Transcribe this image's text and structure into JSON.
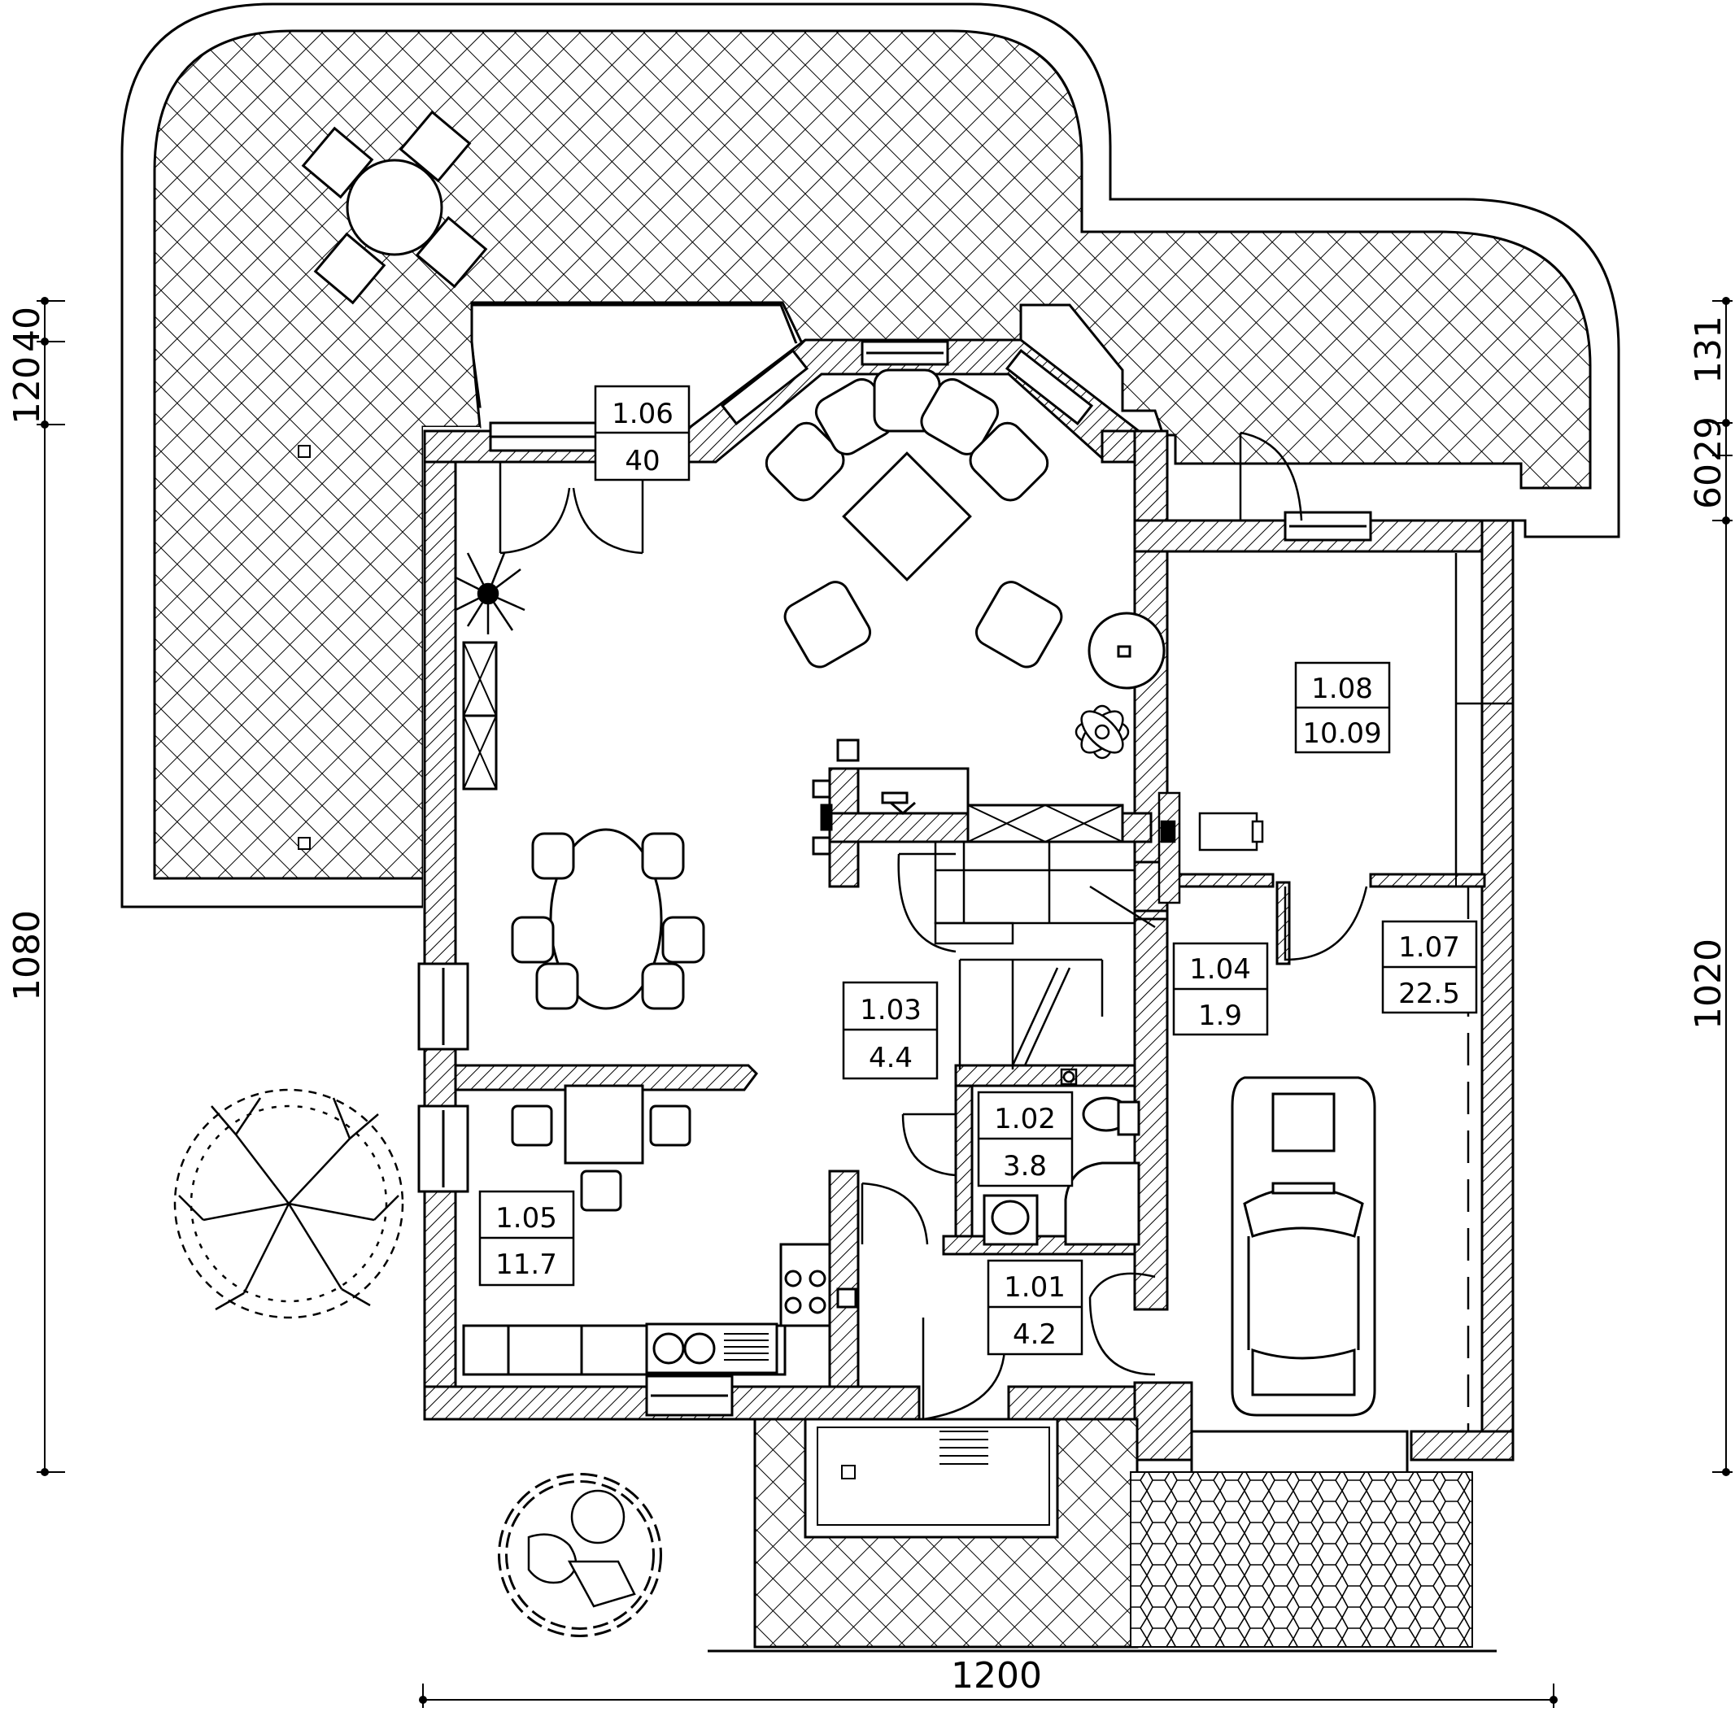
{
  "rooms": [
    {
      "id": "1.01",
      "area": "4.2"
    },
    {
      "id": "1.02",
      "area": "3.8"
    },
    {
      "id": "1.03",
      "area": "4.4"
    },
    {
      "id": "1.04",
      "area": "1.9"
    },
    {
      "id": "1.05",
      "area": "11.7"
    },
    {
      "id": "1.06",
      "area": "40"
    },
    {
      "id": "1.07",
      "area": "22.5"
    },
    {
      "id": "1.08",
      "area": "10.09"
    }
  ],
  "dimensions": {
    "bottom_width": "1200",
    "left_total": "1080",
    "left_top_a": "40",
    "left_top_b": "120",
    "right_total": "1020",
    "right_top_a": "131",
    "right_top_b": "29",
    "right_top_c": "60"
  }
}
